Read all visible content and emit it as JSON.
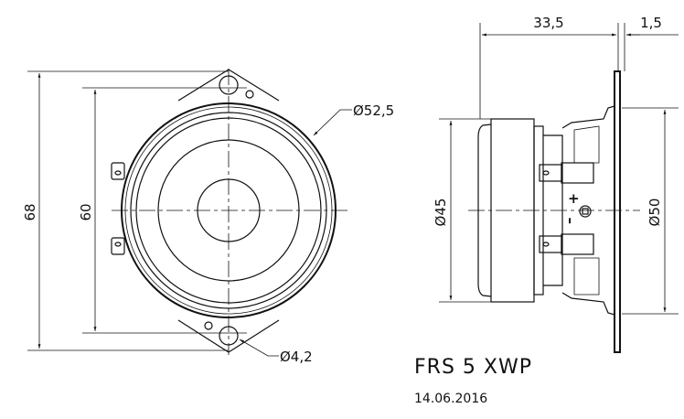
{
  "drawing": {
    "model": "FRS 5 XWP",
    "date": "14.06.2016",
    "dimensions": {
      "overall_height": "68",
      "hole_spacing": "60",
      "cutout_diameter": "Ø52,5",
      "hole_diameter": "Ø4,2",
      "depth": "33,5",
      "flange_thickness": "1,5",
      "magnet_diameter": "Ø45",
      "basket_diameter": "Ø50"
    },
    "polarity": {
      "plus": "+",
      "minus": "–"
    }
  }
}
